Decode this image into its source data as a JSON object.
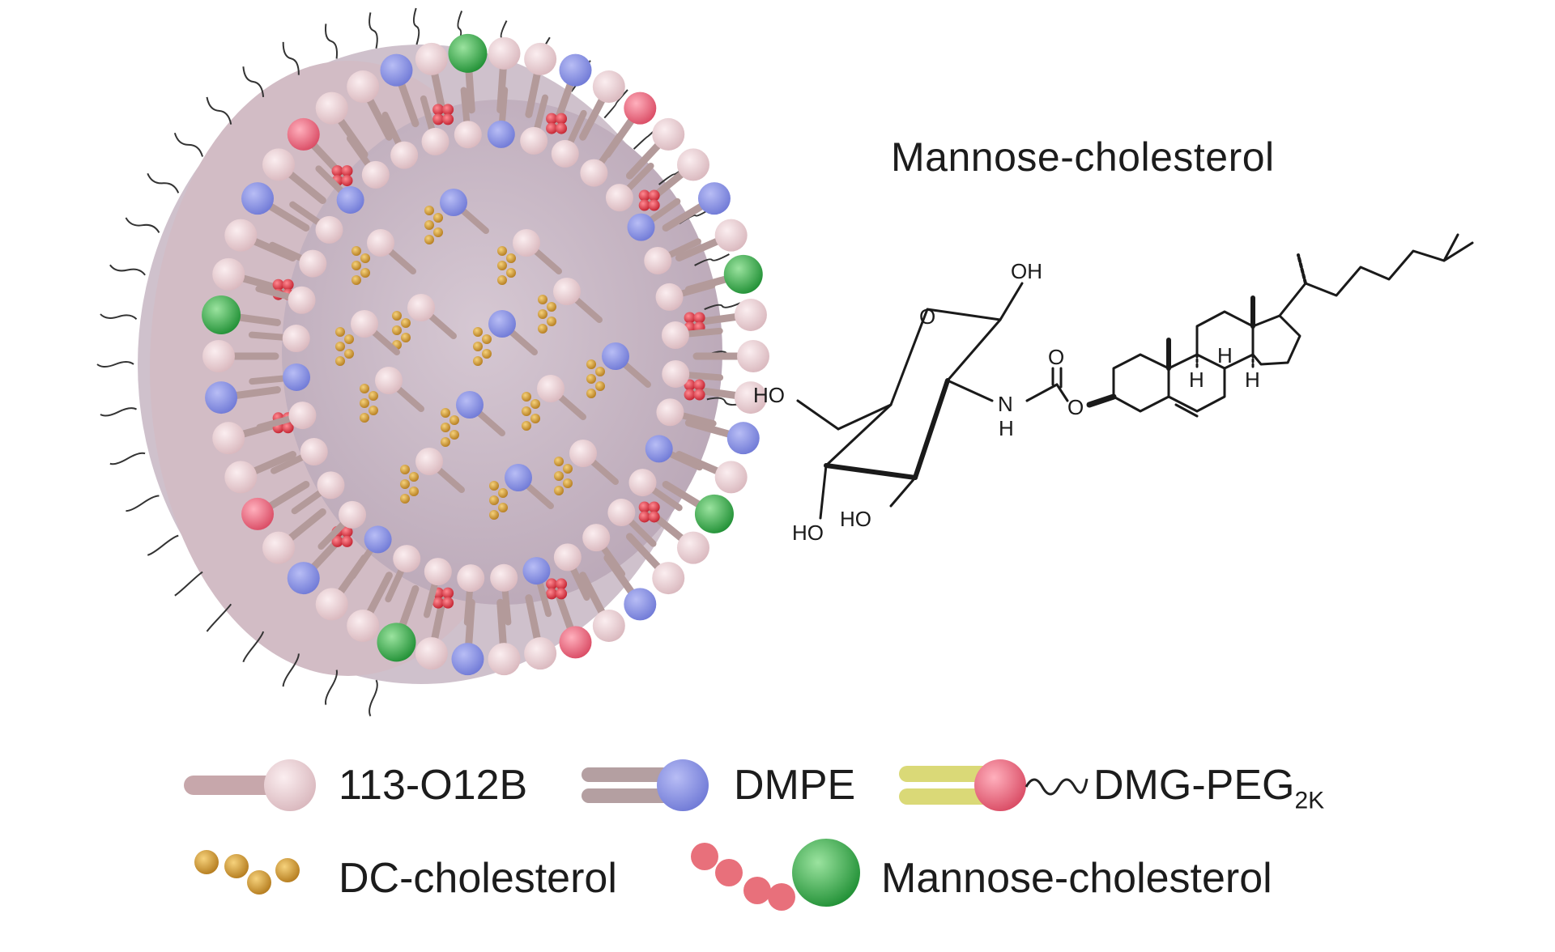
{
  "structure_title": "Mannose-cholesterol",
  "atom_labels": {
    "oh_top": "OH",
    "o_ring": "O",
    "ho_left": "HO",
    "ho_bottom_left": "HO",
    "ho_bottom": "HO",
    "n": "N",
    "nh_h": "H",
    "o_carbonyl": "O",
    "o_ester": "O",
    "h1": "H",
    "h2": "H",
    "h3": "H"
  },
  "legend": {
    "lipid": "113-O12B",
    "dmpe": "DMPE",
    "peg_main": "DMG-PEG",
    "peg_sub": "2K",
    "dc_chol": "DC-cholesterol",
    "mannose_chol": "Mannose-cholesterol"
  },
  "colors": {
    "lipid_head": "#f0d4d8",
    "tail": "#b39a9a",
    "dmpe_head": "#8d95e6",
    "peg_head": "#e8667c",
    "peg_tail": "#dad977",
    "mannose_green": "#3fb64d",
    "mannose_red": "#d9313d",
    "dc_gold": "#d6a23c",
    "core": "#c9b9c6"
  }
}
